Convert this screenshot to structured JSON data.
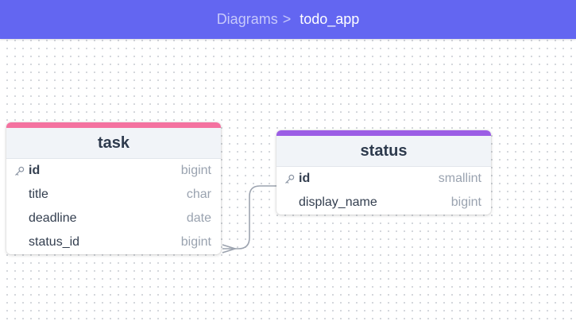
{
  "breadcrumb": {
    "parent": "Diagrams",
    "separator": ">",
    "current": "todo_app"
  },
  "tables": {
    "task": {
      "name": "task",
      "accent_color": "#f472a0",
      "columns": [
        {
          "name": "id",
          "type": "bigint",
          "primary_key": true
        },
        {
          "name": "title",
          "type": "char",
          "primary_key": false
        },
        {
          "name": "deadline",
          "type": "date",
          "primary_key": false
        },
        {
          "name": "status_id",
          "type": "bigint",
          "primary_key": false
        }
      ]
    },
    "status": {
      "name": "status",
      "accent_color": "#9b5de5",
      "columns": [
        {
          "name": "id",
          "type": "smallint",
          "primary_key": true
        },
        {
          "name": "display_name",
          "type": "bigint",
          "primary_key": false
        }
      ]
    }
  },
  "relation": {
    "from": "task.status_id",
    "to": "status.id",
    "from_end": "crow-foot-many",
    "to_end": "one"
  },
  "colors": {
    "topbar": "#6366f1",
    "connector": "#9ca3af"
  }
}
